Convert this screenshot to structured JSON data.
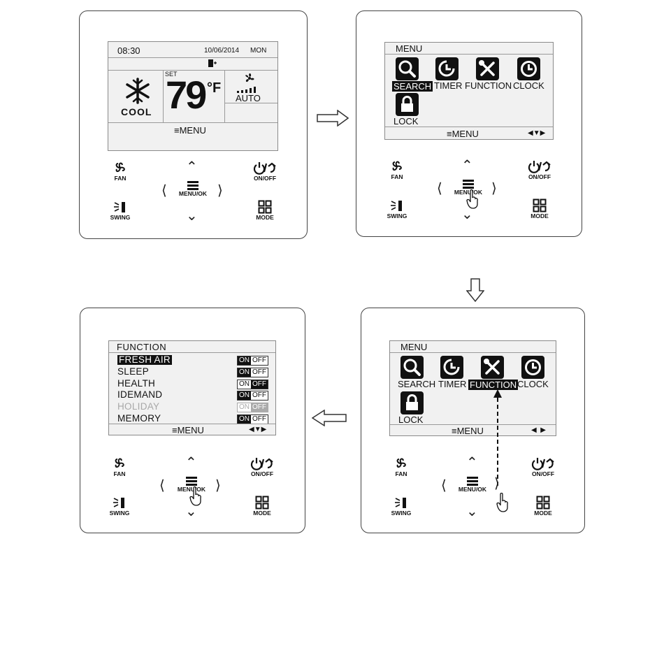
{
  "panel1": {
    "time": "08:30",
    "date": "10/06/2014",
    "day": "MON",
    "mode": "COOL",
    "set_label": "SET",
    "temperature": "79",
    "unit": "°F",
    "fan_speed": "AUTO",
    "menu_label": "MENU"
  },
  "menu_screen": {
    "title": "MENU",
    "items": [
      "SEARCH",
      "TIMER",
      "FUNCTION",
      "CLOCK",
      "LOCK"
    ],
    "menu_label": "MENU"
  },
  "function_screen": {
    "title": "FUNCTION",
    "on_label": "ON",
    "off_label": "OFF",
    "rows": [
      {
        "name": "FRESH AIR",
        "state": "on",
        "selected": true,
        "disabled": false
      },
      {
        "name": "SLEEP",
        "state": "on",
        "selected": false,
        "disabled": false
      },
      {
        "name": "HEALTH",
        "state": "off",
        "selected": false,
        "disabled": false
      },
      {
        "name": "IDEMAND",
        "state": "on",
        "selected": false,
        "disabled": false
      },
      {
        "name": "HOLIDAY",
        "state": "off",
        "selected": false,
        "disabled": true
      },
      {
        "name": "MEMORY",
        "state": "on",
        "selected": false,
        "disabled": false
      }
    ],
    "menu_label": "MENU"
  },
  "buttons": {
    "fan": "FAN",
    "onoff": "ON/OFF",
    "menu_ok": "MENU/OK",
    "swing": "SWING",
    "mode": "MODE"
  },
  "icons": {
    "search": "magnifier-icon",
    "timer": "timer-icon",
    "function": "tools-icon",
    "clock": "clock-icon",
    "lock": "lock-icon",
    "fan": "fan-icon",
    "swing": "swing-icon",
    "power": "power-return-icon",
    "mode": "grid-icon",
    "menu": "menu-lines-icon",
    "hand": "pointing-hand-icon"
  }
}
